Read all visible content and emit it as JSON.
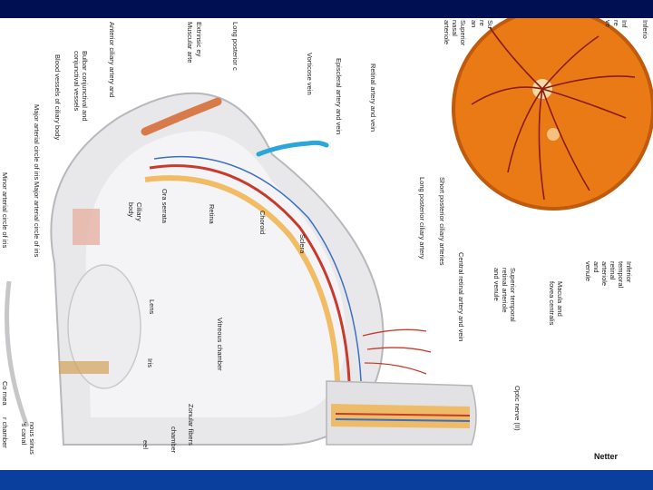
{
  "slide": {
    "background_color": "#000d4a",
    "bottom_band_color": "#0a3f9e",
    "publisher_mark": "Netter"
  },
  "figure": {
    "labels": {
      "muscular_artery": "Muscular arte",
      "extrinsic_eye": "Extrinsic ey",
      "long_posterior": "Long posterior c",
      "anterior_ciliary": "Anterior ciliary artery and",
      "bulbar_conjunctival": "Bulbar conjunctival and\nconjunctival vessels",
      "blood_vessels_ciliary": "Blood vessels of ciliary body",
      "major_arterial_circle_iris_short": "Major arterial circle of iris",
      "minor_arterial_circle": "Minor arterial circle of iris",
      "major_arterial_circle_iris": "Major arterial circle of iris",
      "vorticose_vein": "Vorticose vein",
      "episcleral_artery": "Episcleral artery and vein",
      "retinal_artery": "Retinal artery and vein",
      "ciliary_body": "Ciliary\nbody",
      "ora_serrata": "Ora serrata",
      "retina": "Retina",
      "choroid": "Choroid",
      "sclera": "Sclera",
      "long_posterior_ciliary_artery": "Long posterior ciliary artery",
      "short_posterior_ciliary": "Short posterior ciliary arteries",
      "central_retinal": "Central retinal artery and vein",
      "optic_nerve": "Optic nerve (II)",
      "lens": "Lens",
      "iris": "Iris",
      "zonular_fibers": "Zonular fibers",
      "vitreous_chamber": "Vitreous chamber",
      "anterior_chamber": "r chamber",
      "posterior_chamber": "chamber",
      "cornea": "Co rnea",
      "venous_sinus": "nous sinus\n's canal",
      "peel": "eel",
      "superior_nasal": "Superior\nnasal\narteriole",
      "superior_temporal_top": "Su\nre\nan",
      "inferior_nasal_top": "Inf\nre\nve",
      "inferior_top": "Inferio",
      "superior_temporal": "Superior temporal\nretinal arteriole\nand venule",
      "macula": "Macula and\nfovea centralis",
      "inferior_temporal": "Inferior temporal\nretinal arteriole\nand venule"
    }
  }
}
